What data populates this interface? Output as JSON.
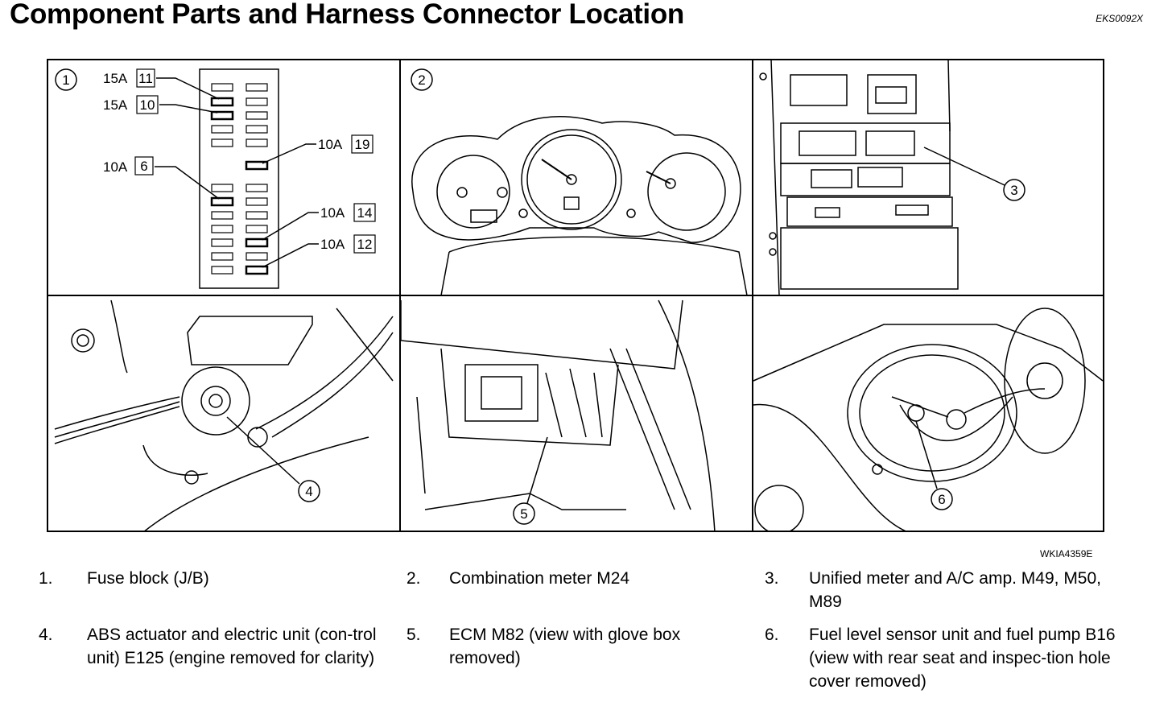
{
  "header": {
    "title": "Component Parts and Harness Connector Location",
    "doc_id": "EKS0092X"
  },
  "figure": {
    "figure_id": "WKIA4359E",
    "panel_numbers": [
      "1",
      "2",
      "3",
      "4",
      "5",
      "6"
    ],
    "fuse_labels": [
      {
        "amp": "15A",
        "num": "11"
      },
      {
        "amp": "15A",
        "num": "10"
      },
      {
        "amp": "10A",
        "num": "6"
      },
      {
        "amp": "10A",
        "num": "19"
      },
      {
        "amp": "10A",
        "num": "14"
      },
      {
        "amp": "10A",
        "num": "12"
      }
    ]
  },
  "legend": {
    "items": [
      {
        "num": "1.",
        "text": "Fuse block (J/B)"
      },
      {
        "num": "2.",
        "text": "Combination meter M24"
      },
      {
        "num": "3.",
        "text": "Unified meter and A/C amp. M49, M50, M89"
      },
      {
        "num": "4.",
        "text": "ABS actuator and electric unit (con-trol unit) E125 (engine removed for clarity)"
      },
      {
        "num": "5.",
        "text": "ECM M82 (view with glove box removed)"
      },
      {
        "num": "6.",
        "text": "Fuel level sensor unit and fuel pump B16 (view with rear seat and inspec-tion hole cover removed)"
      }
    ]
  }
}
